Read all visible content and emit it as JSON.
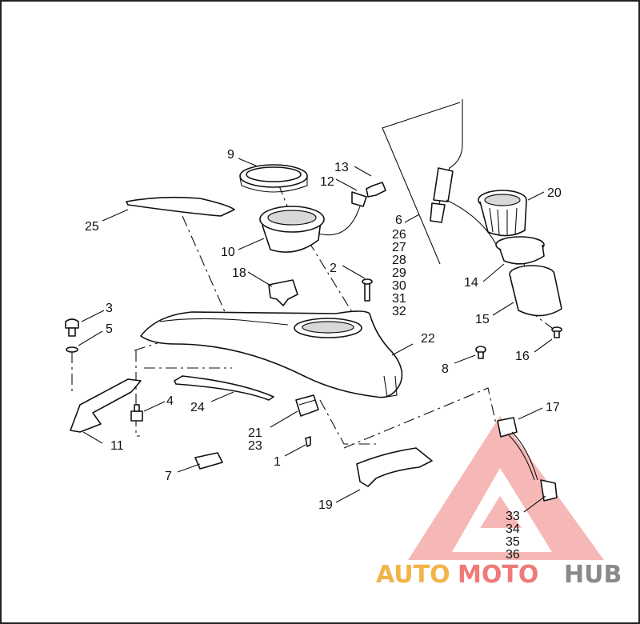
{
  "callouts": {
    "c1": "1",
    "c2": "2",
    "c3": "3",
    "c4": "4",
    "c5": "5",
    "c6": "6",
    "c7": "7",
    "c8": "8",
    "c9": "9",
    "c10": "10",
    "c11": "11",
    "c12": "12",
    "c13": "13",
    "c14": "14",
    "c15": "15",
    "c16": "16",
    "c17": "17",
    "c18": "18",
    "c19": "19",
    "c20": "20",
    "c21": "21",
    "c22": "22",
    "c23": "23",
    "c24": "24",
    "c25": "25",
    "c26": "26",
    "c27": "27",
    "c28": "28",
    "c29": "29",
    "c30": "30",
    "c31": "31",
    "c32": "32",
    "c33": "33",
    "c34": "34",
    "c35": "35",
    "c36": "36"
  },
  "watermark": {
    "part1": "AUTO",
    "part2": "MOTO",
    "part3": "HUB",
    "color_orange": "#f2b44a",
    "color_red": "#ee7b78",
    "color_gray": "#8a8a8a"
  }
}
